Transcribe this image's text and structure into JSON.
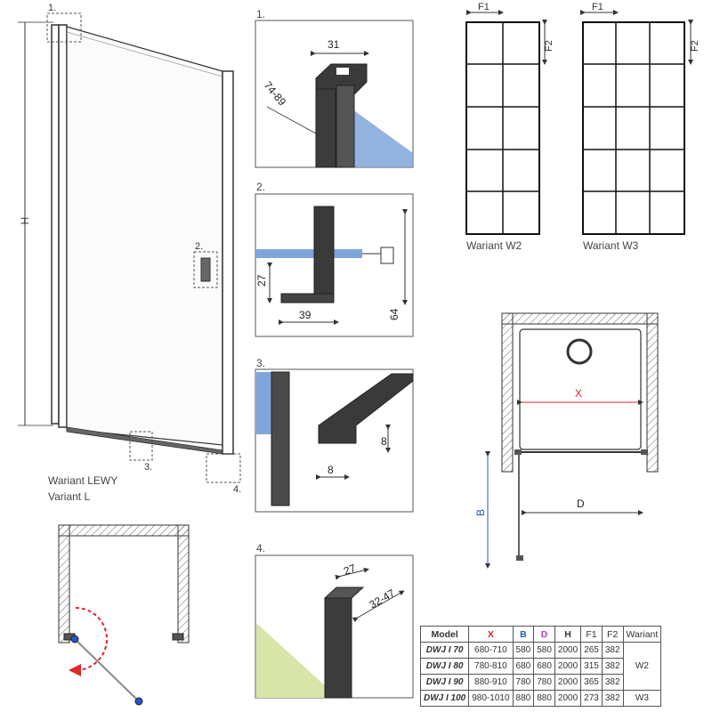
{
  "colors": {
    "x_accent": "#e0252b",
    "b_accent": "#2357c9",
    "d_accent": "#b53cc9",
    "glass": "#7fa6db",
    "floor": "#d7e6a8",
    "outline": "#333333"
  },
  "main_door": {
    "height_label": "H",
    "callout_1": "1.",
    "callout_2": "2.",
    "callout_3": "3.",
    "callout_4": "4.",
    "variant_line1": "Wariant LEWY",
    "variant_line2": "Variant L"
  },
  "details": {
    "d1": {
      "title": "1.",
      "dim_width": "31",
      "dim_range": "74-89"
    },
    "d2": {
      "title": "2.",
      "dim_height_small": "27",
      "dim_width": "39",
      "dim_height": "64"
    },
    "d3": {
      "title": "3.",
      "dim_height": "8",
      "dim_width": "8"
    },
    "d4": {
      "title": "4.",
      "dim_width": "27",
      "dim_range": "32-47"
    }
  },
  "tile_variants": [
    {
      "name": "Wariant W2",
      "f1_label": "F1",
      "f2_label": "F2"
    },
    {
      "name": "Wariant W3",
      "f1_label": "F1",
      "f2_label": "F2"
    }
  ],
  "plan_view": {
    "x_label": "X",
    "b_label": "B",
    "d_label": "D"
  },
  "table": {
    "headers": [
      "Model",
      "X",
      "B",
      "D",
      "H",
      "F1",
      "F2",
      "Wariant"
    ],
    "rows": [
      [
        "DWJ I 70",
        "680-710",
        "580",
        "580",
        "2000",
        "265",
        "382"
      ],
      [
        "DWJ I 80",
        "780-810",
        "680",
        "680",
        "2000",
        "315",
        "382"
      ],
      [
        "DWJ I 90",
        "880-910",
        "780",
        "780",
        "2000",
        "365",
        "382"
      ],
      [
        "DWJ I 100",
        "980-1010",
        "880",
        "880",
        "2000",
        "273",
        "382"
      ]
    ],
    "variant_w2": "W2",
    "variant_w3": "W3"
  }
}
